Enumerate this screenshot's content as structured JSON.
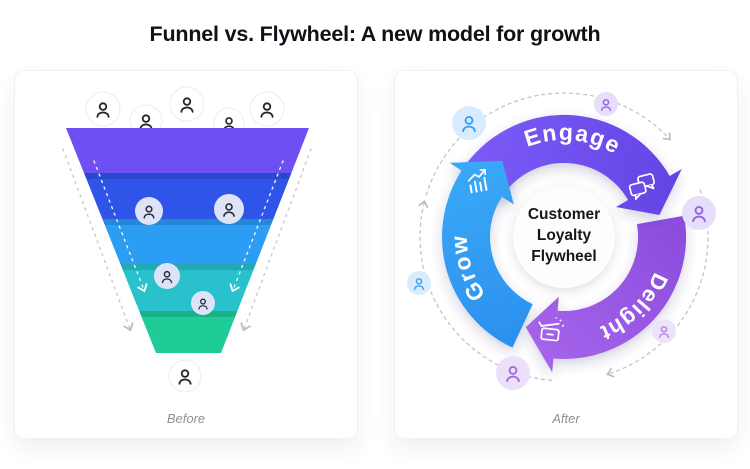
{
  "title": "Funnel vs. Flywheel: A new model for growth",
  "funnel": {
    "caption": "Before",
    "stage_colors": [
      "#6E50F2",
      "#2F55E8",
      "#2B9DF2",
      "#29C1CB",
      "#1FCB96"
    ],
    "people_above": 5,
    "people_inside": 4,
    "people_below": 1
  },
  "flywheel": {
    "caption": "After",
    "center_lines": [
      "Customer",
      "Loyalty",
      "Flywheel"
    ],
    "segments": [
      {
        "label": "Engage",
        "color": "#6C4FE8",
        "icon": "chat-bubbles-icon"
      },
      {
        "label": "Delight",
        "color": "#9C5CE6",
        "icon": "open-gift-box-icon"
      },
      {
        "label": "Grow",
        "color": "#2F9EF3",
        "icon": "growth-chart-icon"
      }
    ]
  }
}
